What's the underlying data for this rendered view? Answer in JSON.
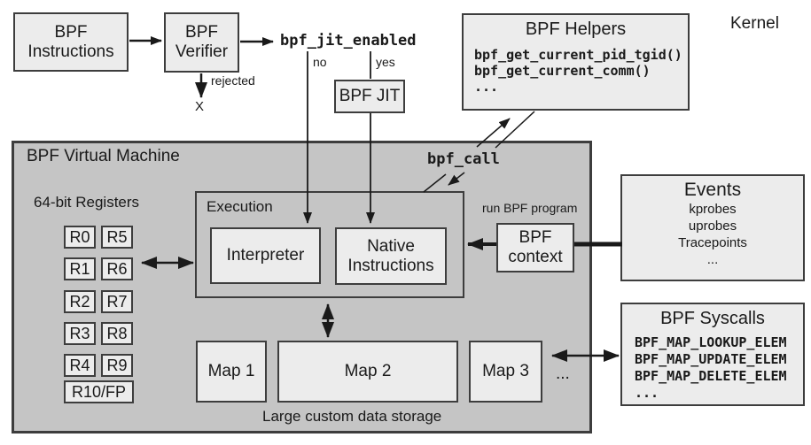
{
  "kernel_label": "Kernel",
  "pipeline": {
    "instructions_label": "BPF\nInstructions",
    "verifier_label": "BPF\nVerifier",
    "jit_check_label": "bpf_jit_enabled",
    "no_label": "no",
    "yes_label": "yes",
    "rejected_label": "rejected",
    "rejected_mark": "X",
    "jit_label": "BPF JIT"
  },
  "helpers": {
    "title": "BPF Helpers",
    "functions": [
      "bpf_get_current_pid_tgid()",
      "bpf_get_current_comm()",
      "..."
    ]
  },
  "vm": {
    "title": "BPF Virtual Machine",
    "registers_title": "64-bit Registers",
    "registers": [
      "R0",
      "R5",
      "R1",
      "R6",
      "R2",
      "R7",
      "R3",
      "R8",
      "R4",
      "R9",
      "R10/FP"
    ],
    "execution": {
      "title": "Execution",
      "interpreter_label": "Interpreter",
      "native_label": "Native\nInstructions"
    },
    "maps": [
      "Map 1",
      "Map 2",
      "Map 3"
    ],
    "maps_more": "...",
    "storage_caption": "Large custom data storage"
  },
  "context": {
    "label": "BPF\ncontext",
    "run_label": "run BPF program",
    "call_label": "bpf_call"
  },
  "events": {
    "title": "Events",
    "items": [
      "kprobes",
      "uprobes",
      "Tracepoints",
      "..."
    ]
  },
  "syscalls": {
    "title": "BPF Syscalls",
    "items": [
      "BPF_MAP_LOOKUP_ELEM",
      "BPF_MAP_UPDATE_ELEM",
      "BPF_MAP_DELETE_ELEM",
      "..."
    ]
  },
  "colors": {
    "vm_fill": "#c5c5c5",
    "box_fill": "#ececec",
    "border": "#3d3d3d",
    "line": "#1a1a1a"
  }
}
